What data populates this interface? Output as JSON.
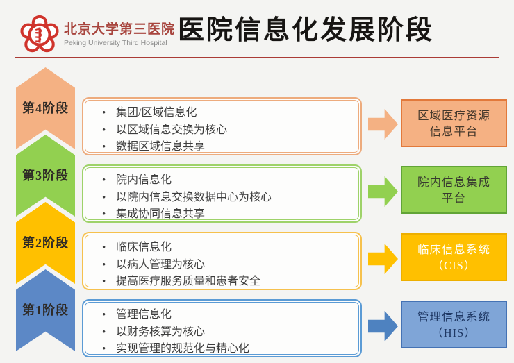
{
  "header": {
    "hospital_name_zh": "北京大学第三医院",
    "hospital_name_en": "Peking University Third Hospital",
    "title": "医院信息化发展阶段",
    "logo_icon": "hospital-emblem-icon",
    "brand_red": "#d0342c",
    "divider_color": "#aa3b36"
  },
  "background_color": "#f4f4f2",
  "stages": [
    {
      "label": "第4阶段",
      "bullets": [
        "集团/区域信息化",
        "以区域信息交换为核心",
        "数据区域信息共享"
      ],
      "result_lines": [
        "区域医疗资源",
        "信息平台"
      ],
      "colors": {
        "chevron": "#F4B183",
        "panel_border": "#EDAB7D",
        "arrow": "#F4B183",
        "result_bg": "#F5B183",
        "result_border": "#E2793B",
        "result_text": "#46392c"
      }
    },
    {
      "label": "第3阶段",
      "bullets": [
        "院内信息化",
        "以院内信息交换数据中心为核心",
        "集成协同信息共享"
      ],
      "result_lines": [
        "院内信息集成",
        "平台"
      ],
      "colors": {
        "chevron": "#92D050",
        "panel_border": "#9ED269",
        "arrow": "#92D050",
        "result_bg": "#92D050",
        "result_border": "#61A437",
        "result_text": "#37392f"
      }
    },
    {
      "label": "第2阶段",
      "bullets": [
        "临床信息化",
        "以病人管理为核心",
        "提高医疗服务质量和患者安全"
      ],
      "result_lines": [
        "临床信息系统",
        "（CIS）"
      ],
      "colors": {
        "chevron": "#FFC000",
        "panel_border": "#F6C14D",
        "arrow": "#FFC000",
        "result_bg": "#FFC000",
        "result_border": "#EDAF00",
        "result_text": "#FFFEF6"
      }
    },
    {
      "label": "第1阶段",
      "bullets": [
        "管理信息化",
        "以财务核算为核心",
        "实现管理的规范化与精心化"
      ],
      "result_lines": [
        "管理信息系统",
        "（HIS）"
      ],
      "colors": {
        "chevron": "#5C88C6",
        "panel_border": "#5B9BD5",
        "arrow": "#4E82C0",
        "result_bg": "#7FA5D7",
        "result_border": "#4472B4",
        "result_text": "#1F3864"
      }
    }
  ]
}
